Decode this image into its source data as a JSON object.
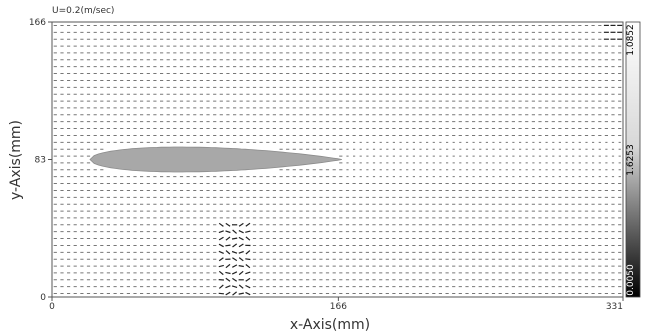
{
  "chart_data": {
    "type": "vector-field",
    "velocity_label": "U=0.2(m/sec)",
    "xlabel": "x-Axis(mm)",
    "ylabel": "y-Axis(mm)",
    "xlim": [
      0,
      331
    ],
    "ylim": [
      0,
      166
    ],
    "x_ticks": [
      {
        "value": 0,
        "label": "0"
      },
      {
        "value": 166,
        "label": "166"
      },
      {
        "value": 331,
        "label": "331"
      }
    ],
    "y_ticks": [
      {
        "value": 0,
        "label": "0"
      },
      {
        "value": 83,
        "label": "83"
      },
      {
        "value": 166,
        "label": "166"
      }
    ],
    "colorbar": {
      "min": 0.005,
      "max": 1.0852,
      "tick_labels": [
        "0.0050",
        "1.6253",
        "1.0852"
      ]
    },
    "grid": false,
    "body": {
      "shape": "teardrop",
      "leading_edge_x": 22,
      "trailing_edge_x": 168,
      "center_y": 83,
      "half_thickness": 15
    },
    "colors": {
      "vector": "#555555",
      "vector_strong": "#222222",
      "body_fill": "#a8a8a8",
      "axis": "#555555",
      "colorbar_top": "#ffffff",
      "colorbar_bottom": "#000000"
    }
  }
}
